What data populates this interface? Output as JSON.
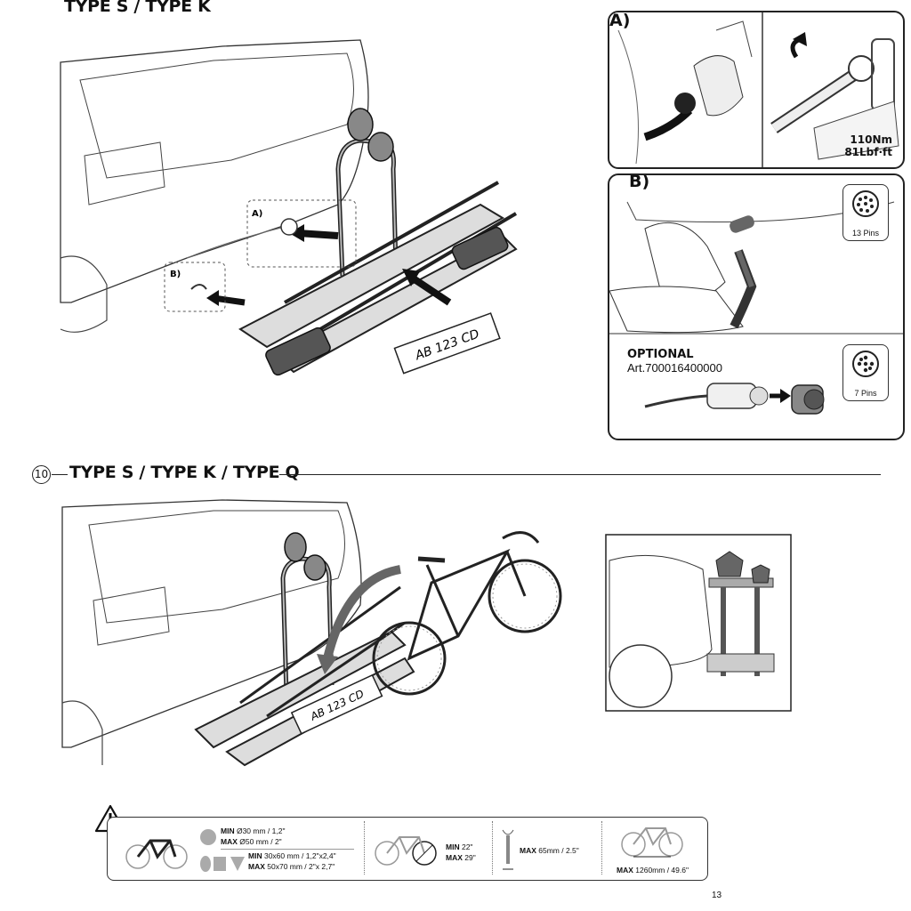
{
  "header_top": "TYPE S / TYPE K",
  "panel_a": {
    "label": "A)",
    "torque_nm": "110Nm",
    "torque_lbf": "81Lbf·ft"
  },
  "panel_b": {
    "label": "B)",
    "pins_13": "13 Pins",
    "optional_title": "OPTIONAL",
    "optional_art": "Art.700016400000",
    "pins_7": "7 Pins"
  },
  "main_illustration": {
    "callout_a": "A)",
    "callout_b": "B)",
    "plate_text": "AB 123 CD"
  },
  "step10": {
    "number": "10",
    "title": "TYPE S / TYPE K / TYPE Q",
    "plate_text": "AB 123 CD"
  },
  "warning": {
    "frame_min_label": "MIN",
    "frame_min_value": "Ø30 mm / 1,2\"",
    "frame_max_label": "MAX",
    "frame_max_value": "Ø50 mm / 2\"",
    "oval_min_label": "MIN",
    "oval_min_value": "30x60 mm / 1,2\"x2,4\"",
    "oval_max_label": "MAX",
    "oval_max_value": "50x70 mm / 2\"x 2,7\"",
    "wheel_min_label": "MIN",
    "wheel_min_value": "22\"",
    "wheel_max_label": "MAX",
    "wheel_max_value": "29\"",
    "tyre_max_label": "MAX",
    "tyre_max_value": "65mm / 2.5\"",
    "wheelbase_max_label": "MAX",
    "wheelbase_max_value": "1260mm / 49.6\""
  },
  "page_number": "13"
}
